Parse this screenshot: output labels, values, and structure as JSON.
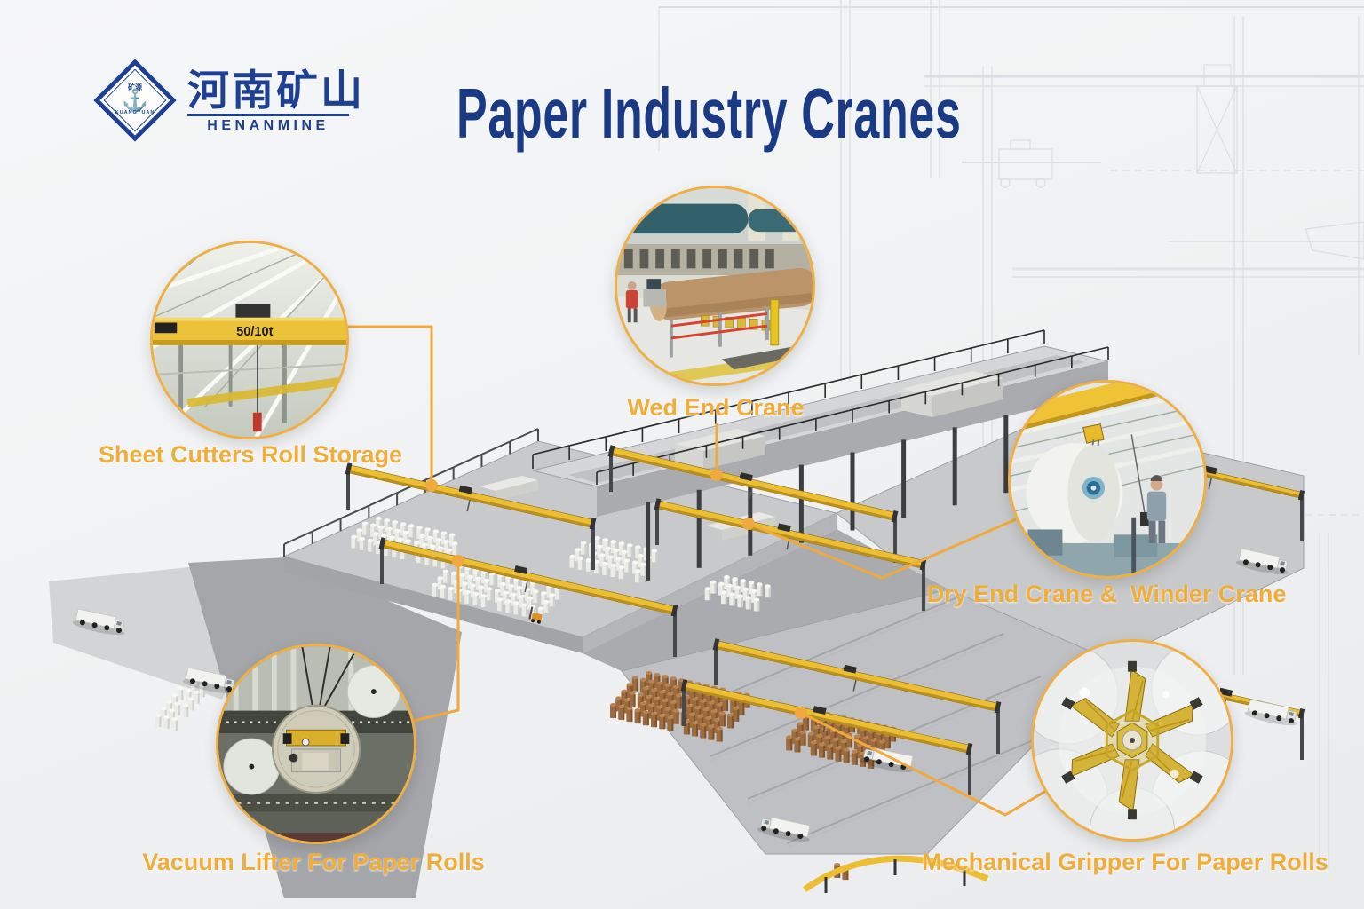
{
  "brand": {
    "company_cn": "河南矿山",
    "company_en": "HENANMINE",
    "diamond_top_cn": "矿源",
    "diamond_arc": "KUANGYUAN"
  },
  "title": "Paper Industry Cranes",
  "callouts": [
    {
      "id": "sheet-cutters",
      "label": "Sheet Cutters Roll Storage",
      "photo_desc": "yellow double-girder overhead crane in workshop",
      "crane_marking": "50/10t"
    },
    {
      "id": "wed-end",
      "label": "Wed End Crane",
      "photo_desc": "paper machine wet end with large paper roll and operator"
    },
    {
      "id": "dry-end",
      "label": "Dry End Crane &  Winder Crane",
      "photo_desc": "white paper roll lifted by crane with worker"
    },
    {
      "id": "vacuum-lifter",
      "label": "Vacuum Lifter For Paper Rolls",
      "photo_desc": "top view of vacuum lifter over paper rolls"
    },
    {
      "id": "mechanical-gripper",
      "label": "Mechanical Gripper For Paper Rolls",
      "photo_desc": "bottom view of golden mechanical gripper among paper rolls"
    }
  ],
  "colors": {
    "accent_orange": "#F0A93C",
    "label_orange": "#EFAD3B",
    "title_blue": "#1A3A85",
    "logo_blue": "#1E4093",
    "crane_yellow": "#ECBE33"
  }
}
